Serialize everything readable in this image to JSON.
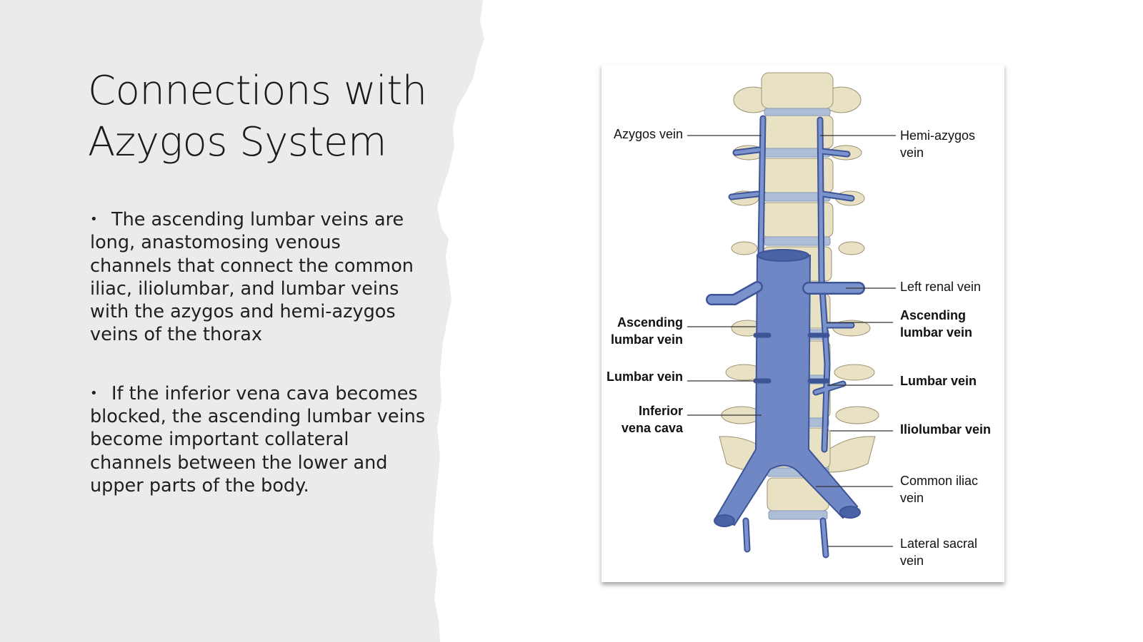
{
  "slide": {
    "title_line1": "Connections with",
    "title_line2": "Azygos System",
    "bullets": [
      "The ascending lumbar veins are long, anastomosing venous channels that connect the common iliac, iliolumbar, and lumbar veins with the azygos and hemi-azygos veins of the thorax",
      "If the inferior vena cava becomes blocked, the ascending lumbar veins become important collateral channels between the lower and upper parts of the body."
    ],
    "bullet_marker": "•"
  },
  "figure": {
    "labels": {
      "azygos_vein": "Azygos vein",
      "hemi_azygos_1": "Hemi-azygos",
      "hemi_azygos_2": "vein",
      "left_renal_vein": "Left renal vein",
      "ascending_left_1": "Ascending",
      "ascending_left_2": "lumbar vein",
      "ascending_right_1": "Ascending",
      "ascending_right_2": "lumbar vein",
      "lumbar_left": "Lumbar vein",
      "lumbar_right": "Lumbar vein",
      "ivc_1": "Inferior",
      "ivc_2": "vena cava",
      "iliolumbar": "Iliolumbar vein",
      "common_iliac_1": "Common iliac",
      "common_iliac_2": "vein",
      "lateral_sacral_1": "Lateral sacral",
      "lateral_sacral_2": "vein"
    }
  },
  "colors": {
    "panel_gray": "#ebebea",
    "vein_blue": "#6f87c4",
    "vein_dark": "#3d5597",
    "bone": "#e9e1c4",
    "disc": "#aebed6"
  }
}
